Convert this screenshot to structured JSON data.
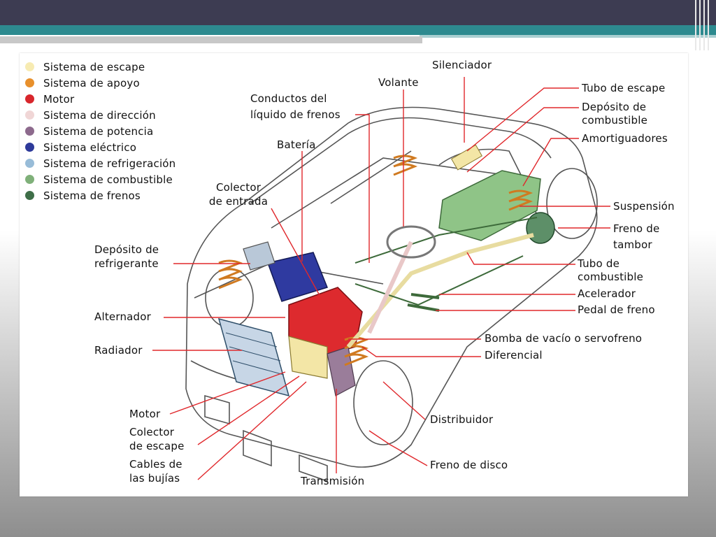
{
  "legend": [
    {
      "label": "Sistema de escape",
      "color": "#f7ebb2"
    },
    {
      "label": "Sistema de apoyo",
      "color": "#e8902c"
    },
    {
      "label": "Motor",
      "color": "#d8262c"
    },
    {
      "label": "Sistema de dirección",
      "color": "#f0d6d6"
    },
    {
      "label": "Sistema de potencia",
      "color": "#8d6a8d"
    },
    {
      "label": "Sistema eléctrico",
      "color": "#2e3a9a"
    },
    {
      "label": "Sistema de refrigeración",
      "color": "#98bcd8"
    },
    {
      "label": "Sistema de combustible",
      "color": "#7fb079"
    },
    {
      "label": "Sistema de frenos",
      "color": "#3e6e48"
    }
  ],
  "labels": {
    "silenciador": "Silenciador",
    "volante": "Volante",
    "conductos_1": "Conductos del",
    "conductos_2": "líquido de frenos",
    "bateria": "Batería",
    "colector_entrada_1": "Colector",
    "colector_entrada_2": "de entrada",
    "deposito_refrig_1": "Depósito de",
    "deposito_refrig_2": "refrigerante",
    "alternador": "Alternador",
    "radiador": "Radiador",
    "motor": "Motor",
    "colector_escape_1": "Colector",
    "colector_escape_2": "de escape",
    "cables_1": "Cables de",
    "cables_2": "las bujías",
    "transmision": "Transmisión",
    "freno_disco": "Freno de disco",
    "distribuidor": "Distribuidor",
    "diferencial": "Diferencial",
    "bomba": "Bomba de vacío o servofreno",
    "pedal_freno": "Pedal de freno",
    "acelerador": "Acelerador",
    "tubo_comb_1": "Tubo de",
    "tubo_comb_2": "combustible",
    "freno_tambor_1": "Freno de",
    "freno_tambor_2": "tambor",
    "suspension": "Suspensión",
    "amortiguadores": "Amortiguadores",
    "deposito_comb_1": "Depósito de",
    "deposito_comb_2": "combustible",
    "tubo_escape": "Tubo de escape"
  }
}
